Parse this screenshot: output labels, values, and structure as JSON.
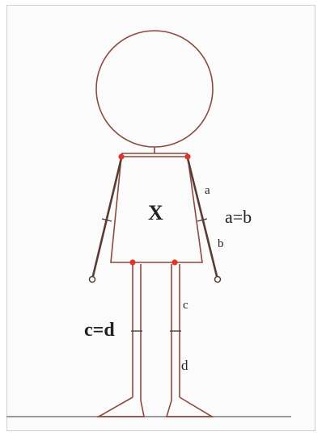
{
  "labels": {
    "x": "X",
    "a": "a",
    "b": "b",
    "a_eq_b": "a=b",
    "c": "c",
    "d": "d",
    "c_eq_d": "c=d"
  },
  "colors": {
    "outline": "#8a4a3e",
    "joint": "#e0342b",
    "ground": "#9a9a9a",
    "text": "#222222"
  }
}
